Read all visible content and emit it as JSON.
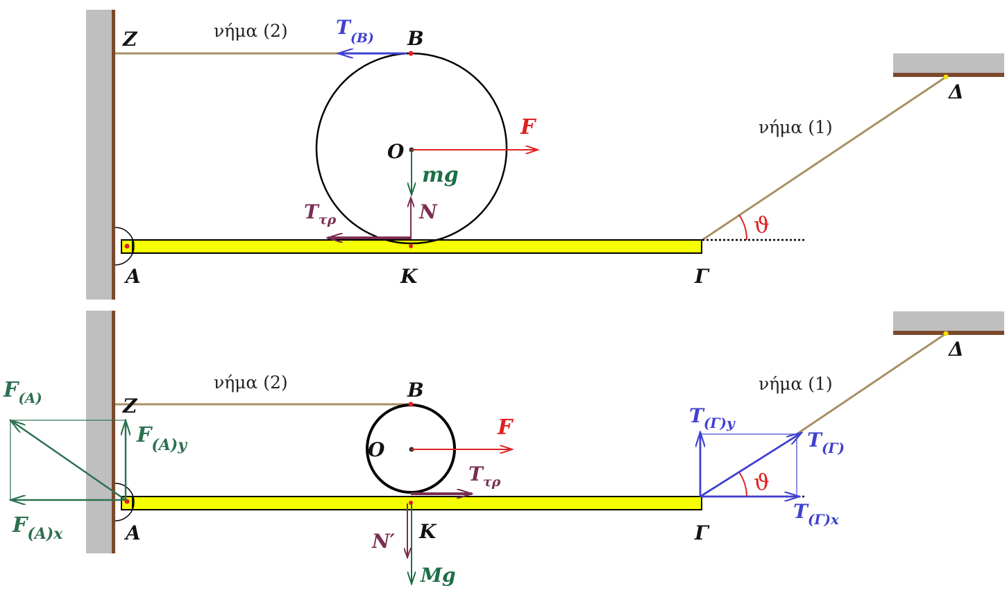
{
  "colors": {
    "wall_fill": "#bfbfbf",
    "wall_edge": "#7b4a2d",
    "string": "#a89064",
    "rod": "#f5ff00",
    "red": "#e02020",
    "green": "#1e6e46",
    "blue": "#4040d0",
    "maroon": "#7a2e52",
    "dark_green": "#2e7050"
  },
  "top": {
    "points": {
      "Z": "Z",
      "B": "B",
      "O": "O",
      "A": "A",
      "K": "K",
      "G": "Γ",
      "D": "Δ"
    },
    "string2": "νήμα (2)",
    "string1": "νήμα (1)",
    "forces": {
      "TB_main": "T",
      "TB_sub": "(B)",
      "F": "F",
      "mg": "mg",
      "N": "N",
      "Ttr_main": "T",
      "Ttr_sub": "τρ"
    },
    "angle": "ϑ"
  },
  "bottom": {
    "points": {
      "Z": "Z",
      "B": "B",
      "O": "O",
      "A": "A",
      "K": "K",
      "G": "Γ",
      "D": "Δ"
    },
    "string2": "νήμα (2)",
    "string1": "νήμα (1)",
    "forces": {
      "FA_main": "F",
      "FA_sub": "(A)",
      "FAy_main": "F",
      "FAy_sub": "(A)y",
      "FAx_main": "F",
      "FAx_sub": "(A)x",
      "F": "F",
      "Ttr_main": "T",
      "Ttr_sub": "τρ",
      "Nprime": "N′",
      "Mg": "Mg",
      "TGy_main": "T",
      "TGy_sub": "(Γ)y",
      "TG_main": "T",
      "TG_sub": "(Γ)",
      "TGx_main": "T",
      "TGx_sub": "(Γ)x"
    },
    "angle": "ϑ"
  }
}
